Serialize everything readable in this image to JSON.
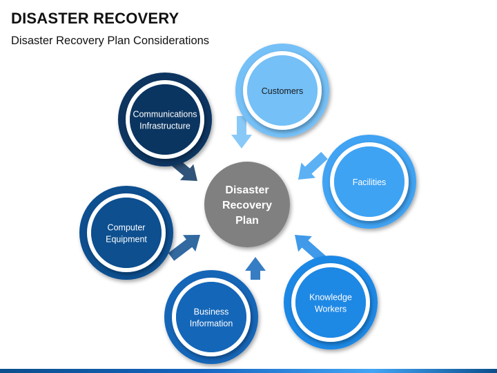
{
  "title": "DISASTER RECOVERY",
  "subtitle": "Disaster Recovery Plan Considerations",
  "center": {
    "lines": [
      "Disaster",
      "Recovery",
      "Plan"
    ],
    "color": "#808080"
  },
  "nodes": [
    {
      "id": "communications",
      "lines": [
        "Communications",
        "Infrastructure"
      ],
      "color": "#0b3561"
    },
    {
      "id": "customers",
      "lines": [
        "Customers"
      ],
      "color": "#74c0f7",
      "dark_text": true
    },
    {
      "id": "facilities",
      "lines": [
        "Facilities"
      ],
      "color": "#3fa3f3"
    },
    {
      "id": "knowledge-workers",
      "lines": [
        "Knowledge",
        "Workers"
      ],
      "color": "#1e88e5"
    },
    {
      "id": "business-information",
      "lines": [
        "Business",
        "Information"
      ],
      "color": "#1466b8"
    },
    {
      "id": "computer-equipment",
      "lines": [
        "Computer",
        "Equipment"
      ],
      "color": "#0d4f8f"
    }
  ]
}
